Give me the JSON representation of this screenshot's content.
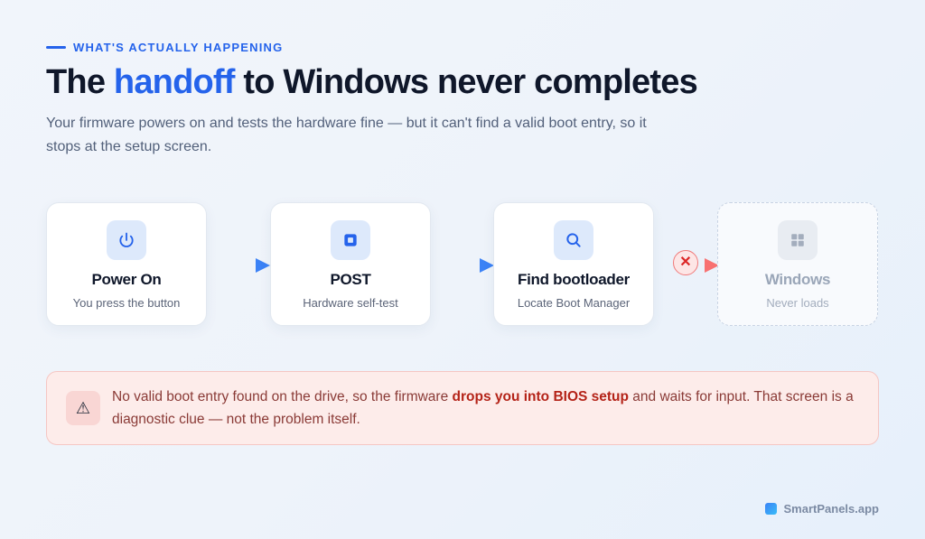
{
  "eyebrow": "WHAT'S ACTUALLY HAPPENING",
  "title": {
    "before": "The ",
    "highlight": "handoff",
    "after": " to Windows never completes"
  },
  "subtitle": "Your firmware powers on and tests the hardware fine — but it can't find a valid boot entry, so it stops at the setup screen.",
  "colors": {
    "accent": "#2563eb",
    "failure": "#ef4444",
    "muted": "#9aa6b8",
    "alert_bg": "#fdecea"
  },
  "steps": [
    {
      "icon": "power-icon",
      "title": "Power On",
      "subtitle": "You press the button"
    },
    {
      "icon": "chip-icon",
      "title": "POST",
      "subtitle": "Hardware self-test"
    },
    {
      "icon": "search-icon",
      "title": "Find bootloader",
      "subtitle": "Locate Boot Manager"
    },
    {
      "icon": "windows-icon",
      "title": "Windows",
      "subtitle": "Never loads"
    }
  ],
  "failure_marker": "✕",
  "alert": {
    "icon": "warning-icon",
    "symbol": "⚠",
    "text_before": "No valid boot entry found on the drive, so the firmware ",
    "text_bold": "drops you into BIOS setup",
    "text_after": " and waits for input. That screen is a diagnostic clue — not the problem itself."
  },
  "brand": "SmartPanels.app"
}
